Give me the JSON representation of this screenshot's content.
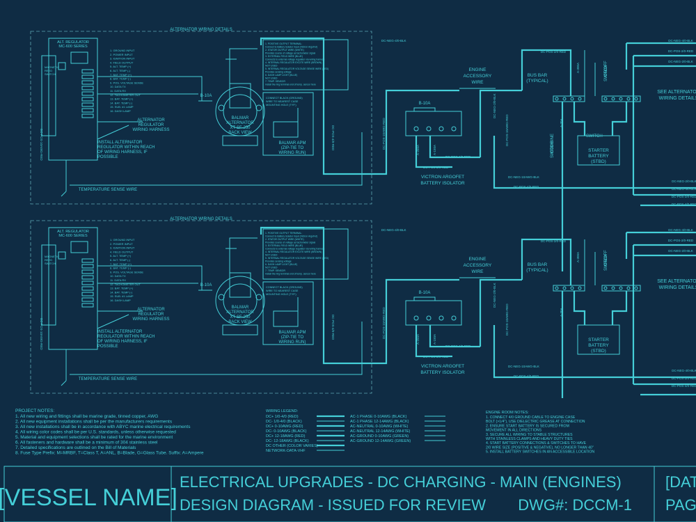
{
  "colors": {
    "background": "#0f2c44",
    "wire": "#45cfd8",
    "frame": "#5fa8b4"
  },
  "sections": [
    {
      "details_title": "ALTERNATOR WIRING DETAILS",
      "regulator": [
        "ALT. REGULATOR",
        "MC-600 SERIES"
      ],
      "regulator_pins": [
        "1. GROUND INPUT",
        "2. POWER INPUT",
        "3. IGNITION INPUT",
        "4. FIELD OUTPUT",
        "5. ALT. TEMP (+)",
        "6. ALT. TEMP (-)",
        "7. BAT. TEMP (+)",
        "8. BAT. TEMP (-)",
        "9. POS. VOLTAGE SENSE",
        "10. DATA TX",
        "11. DATA RX",
        "12. TACHOMETER OUT",
        "13. BAT. TEMP (+)",
        "14. BAT. TEMP (-)",
        "15. SUB. #1 LAMP",
        "16. DASH LAMP"
      ],
      "magnetic_reed": [
        "MAGNETIC",
        "REED",
        "SWITCH"
      ],
      "ground_label": "DC-POS-10AWG-RED",
      "install_note": [
        "INSTALL ALTERNATOR",
        "REGULATOR WITHIN REACH",
        "OF WIRING HARNESS, IF",
        "POSSIBLE"
      ],
      "harness": [
        "ALTERNATOR",
        "REGULATOR",
        "WIRING HARNESS"
      ],
      "temp_sense": "TEMPERATURE SENSE WIRE",
      "alt_fuse": "B-10A",
      "alternator": [
        "BALMAR",
        "ALTERNATOR",
        "XT-SF-250",
        "BACK VIEW"
      ],
      "terminal_notes": [
        "1. POSITIVE OUTPUT TERMINAL:",
        "Connect to Battery Isolator Input (Victron ArgoFet)",
        "2. STATOR OUTPUT WIRE (WHITE)",
        "Provides source of voltage as tachometer signal",
        "3. EXTERNAL FIELD WIRE (BLUE)",
        "Connects to external voltage regulator via wiring harness",
        "4. INTERNAL REGULATOR EXCITE WIRE (BROWN)",
        "NOT USED",
        "5. INTERNAL REGULATOR VOLTAGE SENSE WIRE (RED)",
        "Provides sensing voltage",
        "6. DASH LAMP LIGHT (BLUE)",
        "NOT USED",
        "7. TEMP. SENSOR",
        "Install the ring terminal end of temp. sensor here"
      ],
      "ground_note": [
        "CONNECT BLACK (GROUND)",
        "WIRE TO NEAREST CASE",
        "MOUNTING HOLE (TYP.)"
      ],
      "apm": [
        "BALMAR APM",
        "(ZIP-TIE TO",
        "WIRING RUN)"
      ],
      "dc_pos_red": "DC-POS-4/0-RED",
      "dc_neg_top": "DC-NEG-4/0-BLK",
      "engine_wire": [
        "ENGINE",
        "ACCESSORY",
        "WIRE"
      ],
      "isolator_fuse": "B-10A",
      "isolator": [
        "VICTRON ARGOFET",
        "BATTERY ISOLATOR"
      ],
      "iso_fuse_a": "A-250A",
      "iso_fuse_b": "A-150A",
      "iso_pos1": "DC-POS-4/0-RED",
      "iso_pos2": "DC-POS-2/0-RED",
      "vert_red": "DC-POS-10AWG-RED",
      "vert_neg": "DC-NEG-10AWG-BLK",
      "vert_neg2": "DC-NEG-2/0-BLK",
      "bus_bar": [
        "BUS BAR",
        "(TYPICAL)"
      ],
      "bus_pos": "DC-POS-2/0-RED",
      "bus_fuse": "A-300A",
      "bus_fuse2": "A-30A",
      "switch": [
        "ON/OFF",
        "SWITCH"
      ],
      "combine": [
        "COMBINE",
        "SWITCH"
      ],
      "battery": [
        "STARTER",
        "BATTERY",
        "(STBD)"
      ],
      "see_alt": [
        "SEE ALTERNATOR",
        "WIRING DETAILS"
      ],
      "neg_bus": "DC-NEG-10AWG-BLK",
      "pos_bus": "DC-POS-4/0-RED",
      "right_labels": [
        "DC-NEG-4/0-BLK",
        "DC-POS-2/0-RED",
        "DC-NEG-2/0-BLK"
      ],
      "right_bottom": [
        "DC-NEG-2/0-BLK",
        "DC-NEG-4/0-BLK",
        "DC-POS-2/0-RED",
        "DC-POS-4/0-RED"
      ]
    },
    {
      "details_title": "ALTERNATOR WIRING DETAILS",
      "regulator": [
        "ALT. REGULATOR",
        "MC-600 SERIES"
      ],
      "regulator_pins": [
        "1. GROUND INPUT",
        "2. POWER INPUT",
        "3. IGNITION INPUT",
        "4. FIELD OUTPUT",
        "5. ALT. TEMP (+)",
        "6. ALT. TEMP (-)",
        "7. BAT. TEMP (+)",
        "8. BAT. TEMP (-)",
        "9. POS. VOLTAGE SENSE",
        "10. DATA TX",
        "11. DATA RX",
        "12. TACHOMETER OUT",
        "13. BAT. TEMP (+)",
        "14. BAT. TEMP (-)",
        "15. SUB. #1 LAMP",
        "16. DASH LAMP"
      ],
      "magnetic_reed": [
        "MAGNETIC",
        "REED",
        "SWITCH"
      ],
      "ground_label": "DC-POS-10AWG-RED",
      "install_note": [
        "INSTALL ALTERNATOR",
        "REGULATOR WITHIN REACH",
        "OF WIRING HARNESS, IF",
        "POSSIBLE"
      ],
      "harness": [
        "ALTERNATOR",
        "REGULATOR",
        "WIRING HARNESS"
      ],
      "temp_sense": "TEMPERATURE SENSE WIRE",
      "alt_fuse": "B-10A",
      "alternator": [
        "BALMAR",
        "ALTERNATOR",
        "XT-SF-250",
        "BACK VIEW"
      ],
      "terminal_notes": [
        "1. POSITIVE OUTPUT TERMINAL:",
        "Connect to Battery Isolator Input (Victron ArgoFet)",
        "2. STATOR OUTPUT WIRE (WHITE)",
        "Provides source of voltage as tachometer signal",
        "3. EXTERNAL FIELD WIRE (BLUE)",
        "Connects to external voltage regulator via wiring harness",
        "4. INTERNAL REGULATOR EXCITE WIRE (BROWN)",
        "NOT USED",
        "5. INTERNAL REGULATOR VOLTAGE SENSE WIRE (RED)",
        "Provides sensing voltage",
        "6. DASH LAMP LIGHT (BLUE)",
        "NOT USED",
        "7. TEMP. SENSOR",
        "Install the ring terminal end of temp. sensor here"
      ],
      "ground_note": [
        "CONNECT BLACK (GROUND)",
        "WIRE TO NEAREST CASE",
        "MOUNTING HOLE (TYP.)"
      ],
      "apm": [
        "BALMAR APM",
        "(ZIP-TIE TO",
        "WIRING RUN)"
      ],
      "dc_pos_red": "DC-POS-4/0-RED",
      "dc_neg_top": "DC-NEG-4/0-BLK",
      "engine_wire": [
        "ENGINE",
        "ACCESSORY",
        "WIRE"
      ],
      "isolator_fuse": "B-10A",
      "isolator": [
        "VICTRON ARGOFET",
        "BATTERY ISOLATOR"
      ],
      "iso_fuse_a": "A-250A",
      "iso_fuse_b": "A-150A",
      "iso_pos1": "DC-POS-4/0-RED",
      "iso_pos2": "DC-POS-2/0-RED",
      "vert_red": "DC-POS-10AWG-RED",
      "vert_neg": "DC-NEG-10AWG-BLK",
      "vert_neg2": "DC-NEG-2/0-BLK",
      "bus_bar": [
        "BUS BAR",
        "(TYPICAL)"
      ],
      "bus_pos": "DC-POS-2/0-RED",
      "bus_fuse": "A-300A",
      "bus_fuse2": "A-30A",
      "switch": [
        "ON/OFF",
        "SWITCH"
      ],
      "combine": [
        "",
        ""
      ],
      "battery": [
        "STARTER",
        "BATTERY",
        "(STBD)"
      ],
      "see_alt": [
        "SEE ALTERNATOR",
        "WIRING DETAILS"
      ],
      "neg_bus": "DC-NEG-10AWG-BLK",
      "pos_bus": "DC-POS-4/0-RED",
      "right_labels": [
        "DC-NEG-4/0-BLK",
        "DC-POS-2/0-RED",
        "DC-NEG-2/0-BLK"
      ],
      "right_bottom": [
        "DC-NEG-4/0-BLK",
        "DC-POS-2/0-RED",
        "DC-POS-4/0-RED"
      ]
    }
  ],
  "project_notes": {
    "title": "PROJECT NOTES:",
    "lines": [
      "1. All new wiring and fittings shall be marine grade, tinned copper, AWG",
      "2. All new equipment installations shall be per the manufacturers requirements",
      "3. All new installations shall be in accordance with ABYC marine electrical requirements",
      "4. All wiring color codes shall be per U.S. standards, unless otherwise requested",
      "5. Material and equipment selections shall be rated for the marine environment",
      "6. All fasteners and hardware shall be a minimum of 304 stainless steel",
      "7. Detailed specifications are outlined on the Bill of Materials",
      "8. Fuse Type Prefix: M=MRBF, T=Class T, A=ANL, B=Blade, G=Glass Tube. Suffix: A=Ampere"
    ]
  },
  "wiring_legend": {
    "title": "WIRING LEGEND:",
    "left": [
      "DC+ 1/0-4/0 (RED)",
      "DC- 1/0-4/0 (BLACK)",
      "DC+ 0-10AWG (RED)",
      "DC- 0-10AWG (BLACK)",
      "DC+ 12-18AWG (RED)",
      "DC- 12-18AWG (BLACK)",
      "DC OTHER (COLOR VARIES)",
      "NETWORK-DATA-VHF"
    ],
    "right": [
      "AC-1 PHASE 0-10AWG (BLACK)",
      "AC-1 PHASE 12-14AWG (BLACK)",
      "AC-NEUTRAL 0-10AWG (WHITE)",
      "AC-NEUTRAL 12-14AWG (WHITE)",
      "AC-GROUND 0-10AWG (GREEN)",
      "AC-GROUND 12-14AWG (GREEN)"
    ]
  },
  "engine_notes": {
    "title": "ENGINE ROOM NOTES:",
    "lines": [
      "1. CONNECT 4/0 GROUND CABLE TO ENGINE CASE",
      "   BOLT (>1/4\"), USE DIELECTRIC GREASE AT CONNECTION",
      "2. ENSURE START BATTERY IS SECURED FROM",
      "   MOVEMENT IN ALL DIRECTIONS",
      "3. SECURE ALL WIRING TO STABLE STRUCTURES",
      "   WITH STAINLESS CLAMPS AND HEAVY DUTY TIES",
      "4. START BATTERY CONNECTIONS & SWITCHES TO HAVE",
      "   2/0 WIRE SIZE (POSITIVE & NEGATIVE), NO LONGER THAN 40\"",
      "5. INSTALL BATTERY SWITCHES IN AN ACCESSIBLE LOCATION"
    ]
  },
  "title_block": {
    "vessel": "[VESSEL NAME]",
    "title": "ELECTRICAL UPGRADES - DC CHARGING - MAIN (ENGINES)",
    "subtitle": "DESIGN DIAGRAM - ISSUED FOR REVIEW",
    "dwg": "DWG#: DCCM-1",
    "date": "[DAT",
    "page": "PAG"
  }
}
